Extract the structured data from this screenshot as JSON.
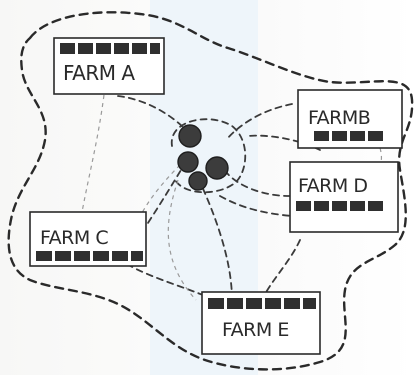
{
  "diagram": {
    "farms": [
      {
        "id": "A",
        "label": "FARM A"
      },
      {
        "id": "B",
        "label": "FARMB"
      },
      {
        "id": "C",
        "label": "FARM C"
      },
      {
        "id": "D",
        "label": "FARM D"
      },
      {
        "id": "E",
        "label": "FARM E"
      }
    ],
    "hub_node_count": 4,
    "colors": {
      "ink": "#2a2a2a",
      "node_fill": "#3c3c3c",
      "stripe_fill": "#2f2f2f",
      "faint_line": "#9a9a9a"
    }
  }
}
